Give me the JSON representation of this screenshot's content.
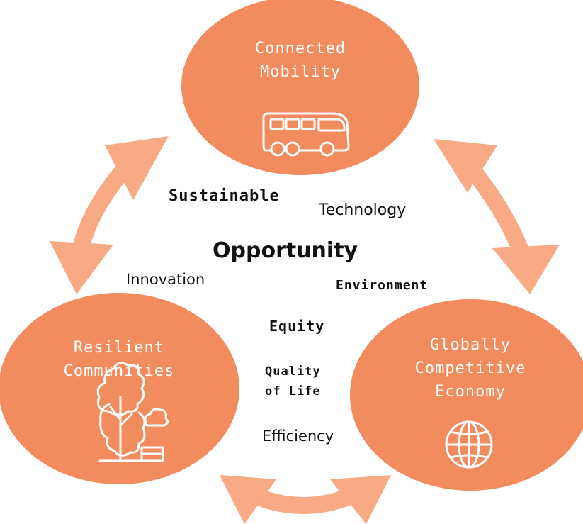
{
  "colors": {
    "circle": "#f28b5e",
    "arrow": "#f7aa84",
    "icon_stroke": "#ffffff",
    "text": "#111111"
  },
  "circles": [
    {
      "title": "Connected\nMobility",
      "icon": "bus-icon"
    },
    {
      "title": "Resilient\nCommunities",
      "icon": "park-trees-bench-icon"
    },
    {
      "title": "Globally\nCompetitive\nEconomy",
      "icon": "globe-icon"
    }
  ],
  "words": {
    "sustainable": "Sustainable",
    "technology": "Technology",
    "opportunity": "Opportunity",
    "innovation": "Innovation",
    "environment": "Environment",
    "equity": "Equity",
    "quality_of_life": "Quality\nof Life",
    "efficiency": "Efficiency"
  }
}
